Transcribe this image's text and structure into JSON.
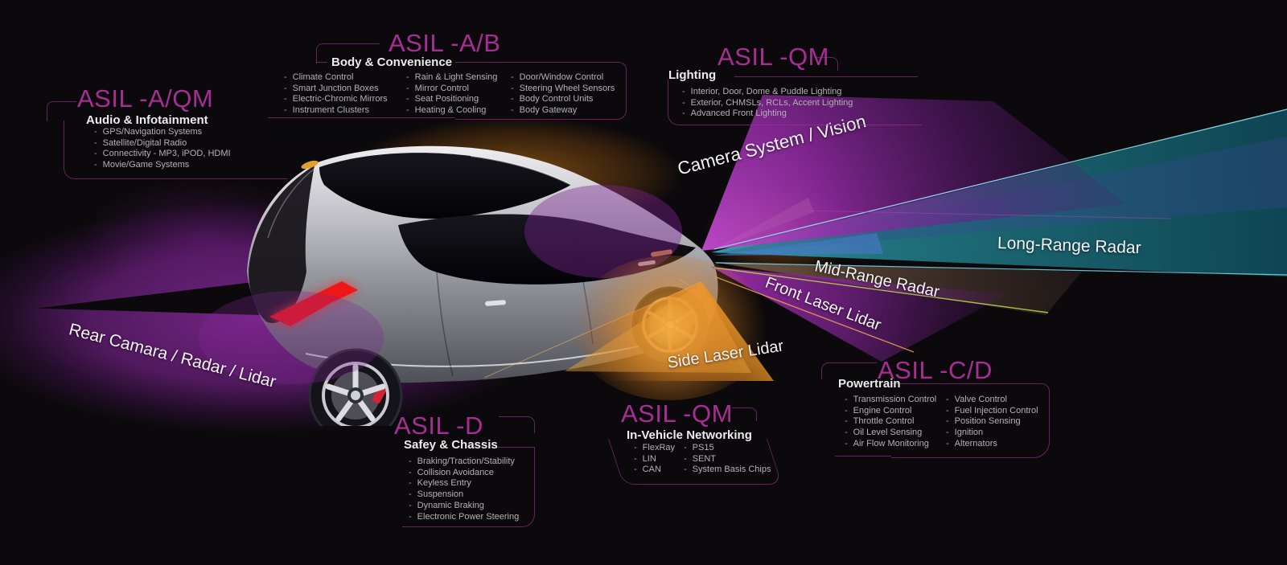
{
  "canvas": {
    "bg": "#0b090b",
    "accent": "#a82e95"
  },
  "groups": {
    "audio": {
      "title": "ASIL -A/QM",
      "subtitle": "Audio & Infotainment",
      "items": [
        "GPS/Navigation Systems",
        "Satellite/Digital Radio",
        "Connectivity - MP3, iPOD, HDMI",
        "Movie/Game Systems"
      ]
    },
    "body": {
      "title": "ASIL -A/B",
      "subtitle": "Body & Convenience",
      "col1": [
        "Climate Control",
        "Smart Junction Boxes",
        "Electric-Chromic Mirrors",
        "Instrument Clusters"
      ],
      "col2": [
        "Rain & Light Sensing",
        "Mirror Control",
        "Seat Positioning",
        "Heating & Cooling"
      ],
      "col3": [
        "Door/Window Control",
        "Steering Wheel Sensors",
        "Body Control Units",
        "Body Gateway"
      ]
    },
    "lighting": {
      "title": "ASIL -QM",
      "subtitle": "Lighting",
      "items": [
        "Interior, Door, Dome & Puddle Lighting",
        "Exterior, CHMSLs, RCLs, Accent Lighting",
        "Advanced Front Lighting"
      ]
    },
    "powertrain": {
      "title": "ASIL -C/D",
      "subtitle": "Powertrain",
      "col1": [
        "Transmission Control",
        "Engine Control",
        "Throttle Control",
        "Oil Level Sensing",
        "Air Flow Monitoring"
      ],
      "col2": [
        "Valve Control",
        "Fuel Injection Control",
        "Position Sensing",
        "Ignition",
        "Alternators"
      ]
    },
    "chassis": {
      "title": "ASIL -D",
      "subtitle": "Safey & Chassis",
      "items": [
        "Braking/Traction/Stability",
        "Collision Avoidance",
        "Keyless Entry",
        "Suspension",
        "Dynamic Braking",
        "Electronic Power Steering"
      ]
    },
    "networking": {
      "title": "ASIL -QM",
      "subtitle": "In-Vehicle Networking",
      "col1": [
        "FlexRay",
        "LIN",
        "CAN"
      ],
      "col2": [
        "PS15",
        "SENT",
        "System Basis Chips"
      ]
    }
  },
  "beams": {
    "camera": {
      "label": "Camera System / Vision",
      "color": "#a233ab"
    },
    "long_range_radar": {
      "label": "Long-Range Radar",
      "color": "#2a9fa8"
    },
    "mid_range_radar": {
      "label": "Mid-Range Radar",
      "color": "#7a6a5f"
    },
    "front_laser_lidar": {
      "label": "Front Laser Lidar",
      "color": "#7d2a8f"
    },
    "side_laser_lidar": {
      "label": "Side Laser Lidar",
      "color": "#cc8a2e"
    },
    "rear": {
      "label": "Rear Camara / Radar / Lidar",
      "color": "#8b2fa0"
    }
  }
}
